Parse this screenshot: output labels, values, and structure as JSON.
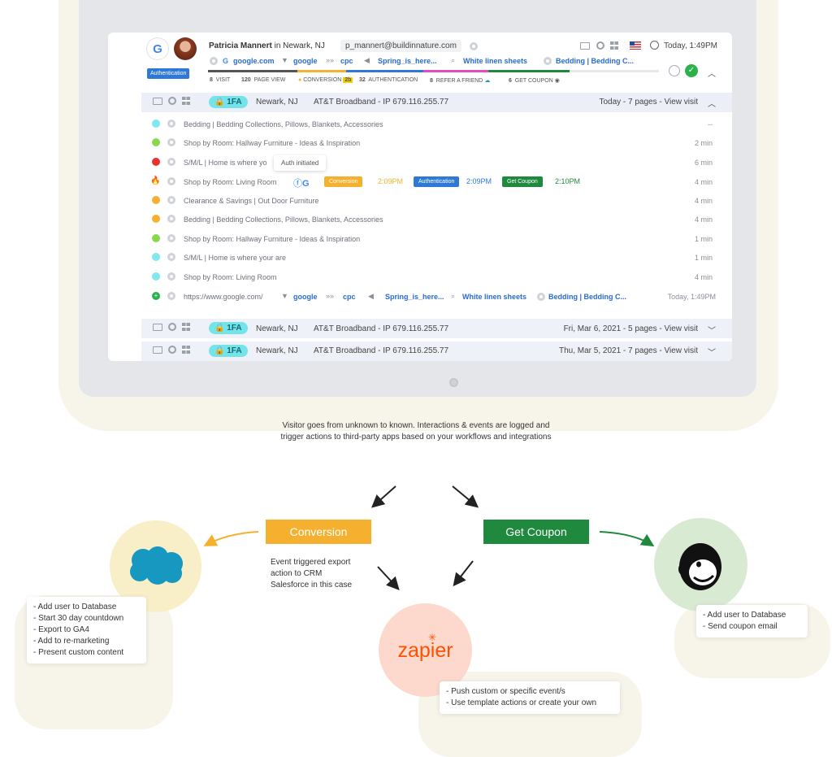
{
  "header": {
    "user_name": "Patricia Mannert",
    "location_sep": "in",
    "location": "Newark, NJ",
    "email": "p_mannert@buildinnature.com",
    "timestamp": "Today, 1:49PM",
    "auth_badge": "Authentication",
    "source": "google.com",
    "utm_source": "google",
    "utm_medium": "cpc",
    "utm_campaign": "Spring_is_here...",
    "search_term": "White linen sheets",
    "landing_page": "Bedding | Bedding C...",
    "stats": [
      {
        "value": "8",
        "label": "VISIT"
      },
      {
        "value": "120",
        "label": "PAGE VIEW"
      },
      {
        "label": "CONVERSION",
        "badge": "2b"
      },
      {
        "value": "32",
        "label": "AUTHENTICATION"
      },
      {
        "value": "8",
        "label": "REFER A FRIEND"
      },
      {
        "value": "6",
        "label": "GET COUPON"
      }
    ]
  },
  "visits": {
    "current": {
      "badge": "1FA",
      "location": "Newark, NJ",
      "isp": "AT&T Broadband - IP 679.116.255.77",
      "summary": "Today - 7 pages - View visit"
    },
    "rows": [
      {
        "text": "Bedding | Bedding Collections, Pillows, Blankets, Accessories",
        "time": "--",
        "color": "#7ee7ef"
      },
      {
        "text": "Shop by Room: Hallway Furniture - Ideas & Inspiration",
        "time": "2 min",
        "color": "#8ad94c"
      },
      {
        "text": "S/M/L | Home is where yo",
        "time": "6 min",
        "color": "#e8332c"
      },
      {
        "text": "Shop by Room: Living Room",
        "time": "4 min",
        "color": "#f06a1e"
      },
      {
        "text": "Clearance & Savings | Out Door Furniture",
        "time": "4 min",
        "color": "#f5b02f"
      },
      {
        "text": "Bedding | Bedding Collections, Pillows, Blankets, Accessories",
        "time": "4 min",
        "color": "#f5b02f"
      },
      {
        "text": "Shop by Room: Hallway Furniture - Ideas & Inspiration",
        "time": "1 min",
        "color": "#8ad94c"
      },
      {
        "text": "S/M/L | Home is where your are",
        "time": "1 min",
        "color": "#7ee7ef"
      },
      {
        "text": "Shop by Room: Living Room",
        "time": "4 min",
        "color": "#7ee7ef"
      }
    ],
    "tooltip": "Auth initiated",
    "events": [
      {
        "label": "Conversion",
        "time": "2:09PM",
        "color": "#f5b02f"
      },
      {
        "label": "Authentication",
        "time": "2:09PM",
        "color": "#2f79d6"
      },
      {
        "label": "Get Coupon",
        "time": "2:10PM",
        "color": "#1f8a3d"
      }
    ],
    "entry": {
      "url": "https://www.google.com/",
      "utm_source": "google",
      "utm_medium": "cpc",
      "utm_campaign": "Spring_is_here...",
      "search_term": "White linen sheets",
      "landing_page": "Bedding | Bedding C...",
      "time": "Today, 1:49PM"
    },
    "previous": [
      {
        "badge": "1FA",
        "location": "Newark, NJ",
        "isp": "AT&T Broadband - IP 679.116.255.77",
        "summary": "Fri, Mar 6, 2021 - 5 pages - View visit"
      },
      {
        "badge": "1FA",
        "location": "Newark, NJ",
        "isp": "AT&T Broadband - IP 679.116.255.77",
        "summary": "Thu, Mar 5, 2021 - 7 pages - View visit"
      }
    ]
  },
  "flow": {
    "caption_line1": "Visitor goes from unknown to known. Interactions & events are logged and",
    "caption_line2": "trigger actions to third-party apps based on your workflows and integrations",
    "conversion_label": "Conversion",
    "coupon_label": "Get Coupon",
    "event_note": [
      "Event triggered export",
      "action to CRM",
      "Salesforce in this case"
    ],
    "zapier_label": "zapier",
    "salesforce_actions": [
      "- Add user to Database",
      "- Start 30 day countdown",
      "- Export to GA4",
      "- Add to re-marketing",
      "- Present custom content"
    ],
    "zapier_actions": [
      "- Push custom or specific event/s",
      "- Use template actions or create your own"
    ],
    "mailchimp_actions": [
      "- Add user to Database",
      "- Send coupon email"
    ]
  },
  "colors": {
    "conversion": "#f5b02f",
    "coupon": "#1f8a3d",
    "authentication": "#2f79d6",
    "zapier": "#ff4f00",
    "salesforce": "#1798c1",
    "fa_badge": "#74e4ea"
  }
}
